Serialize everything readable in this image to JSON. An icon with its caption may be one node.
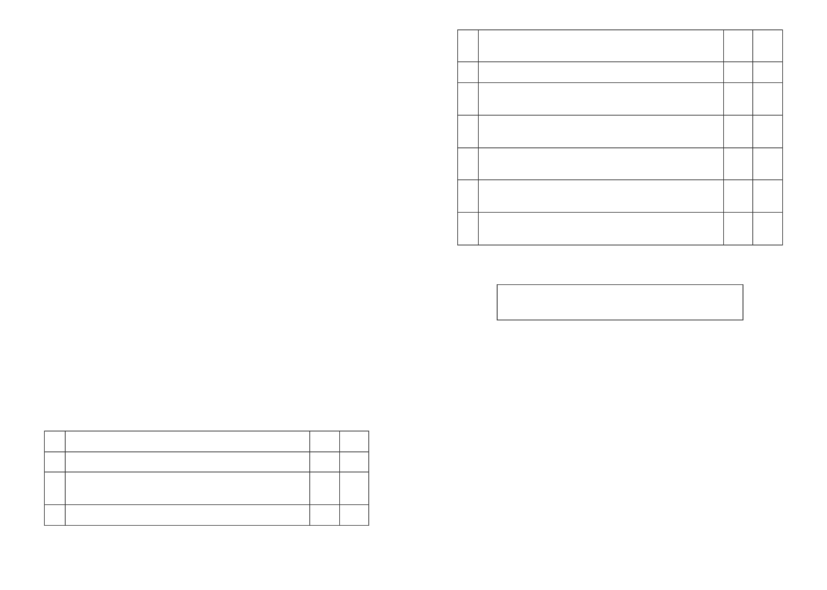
{
  "diagram": {
    "nodes": [
      {
        "text": [],
        "shape": "table"
      },
      {
        "text": [],
        "shape": "box"
      },
      {
        "text": [],
        "shape": "table"
      }
    ]
  }
}
